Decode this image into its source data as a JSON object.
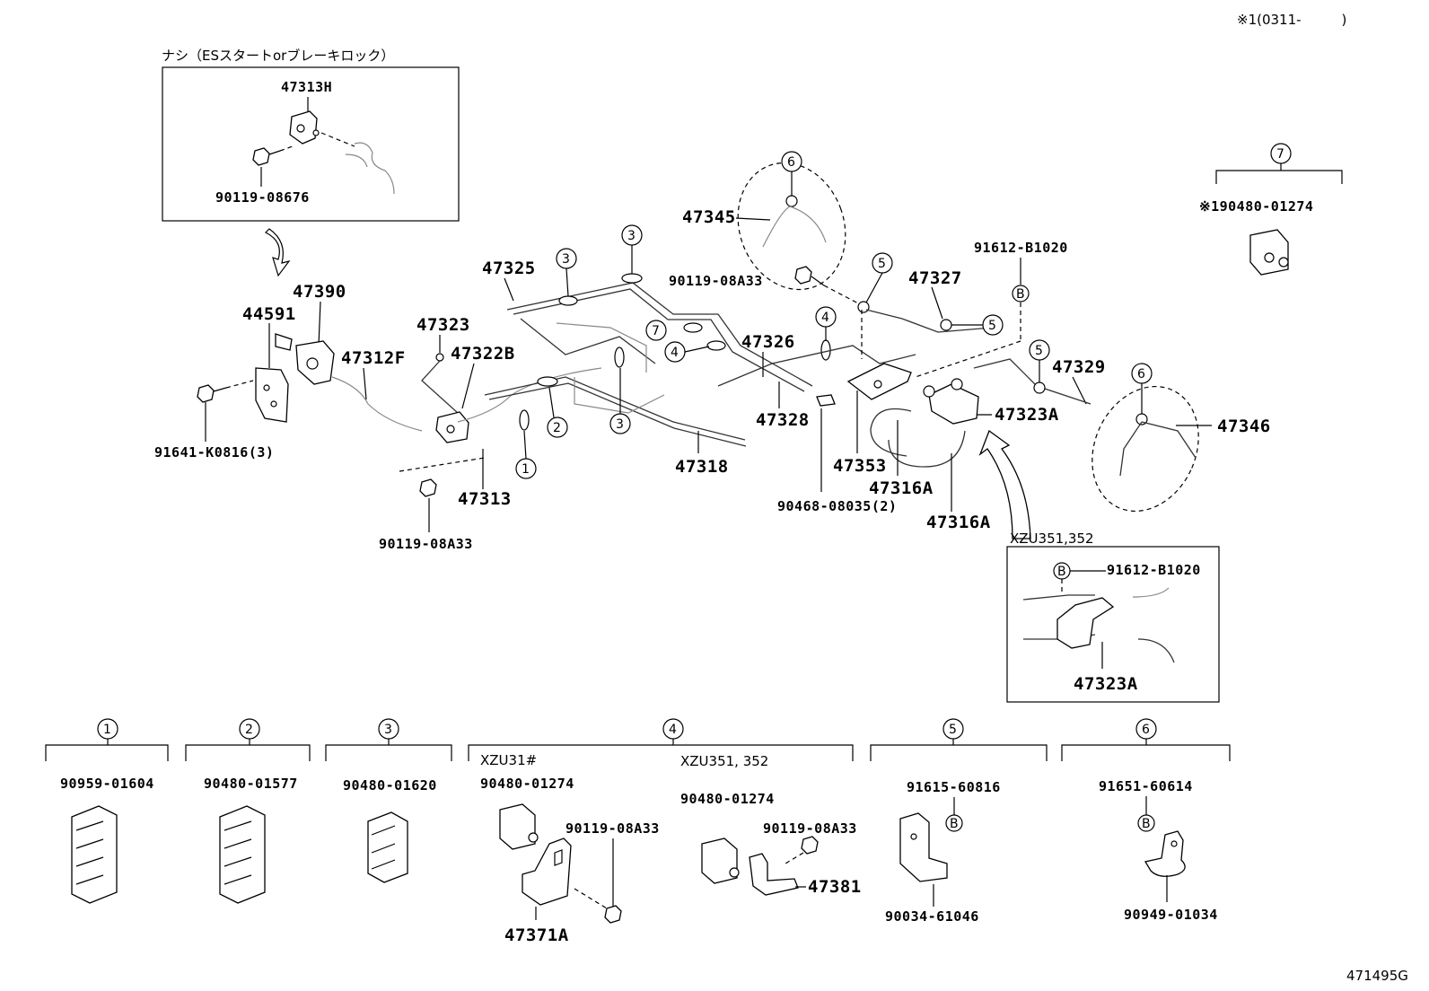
{
  "header": {
    "note": "※1(0311-　　　)",
    "figure_code": "471495G"
  },
  "inset_top": {
    "caption": "ナシ（ESスタートorブレーキロック）",
    "part_a": "47313H",
    "part_b": "90119-08676"
  },
  "inset_right": {
    "model": "XZU351,352",
    "part_a": "91612-B1020",
    "part_b": "47323A",
    "marker": "B"
  },
  "main_parts": {
    "p47345": "47345",
    "p9011908A33_a": "90119-08A33",
    "p47327": "47327",
    "p91612B1020": "91612-B1020",
    "p47325": "47325",
    "p47390": "47390",
    "p44591": "44591",
    "p47323": "47323",
    "p47322B": "47322B",
    "p47312F": "47312F",
    "p47326": "47326",
    "p47329": "47329",
    "p91641K0816": "91641-K0816(3)",
    "p47323A": "47323A",
    "p47346": "47346",
    "p47328": "47328",
    "p47318": "47318",
    "p47353": "47353",
    "p47316A_a": "47316A",
    "p47313": "47313",
    "p9046808035": "90468-08035(2)",
    "p47316A_b": "47316A",
    "p9011908A33_b": "90119-08A33",
    "marker_b": "B"
  },
  "callouts": [
    "1",
    "2",
    "3",
    "4",
    "5",
    "6",
    "7"
  ],
  "group7": {
    "num": "7",
    "part": "※190480-01274"
  },
  "groups": [
    {
      "num": "1",
      "part": "90959-01604"
    },
    {
      "num": "2",
      "part": "90480-01577"
    },
    {
      "num": "3",
      "part": "90480-01620"
    },
    {
      "num": "4",
      "left_model": "XZU31#",
      "right_model": "XZU351, 352",
      "left_clip": "90480-01274",
      "left_bolt": "90119-08A33",
      "left_bracket": "47371A",
      "right_clip": "90480-01274",
      "right_bolt": "90119-08A33",
      "right_bracket": "47381"
    },
    {
      "num": "5",
      "part_top": "91615-60816",
      "part_bottom": "90034-61046",
      "marker": "B"
    },
    {
      "num": "6",
      "part_top": "91651-60614",
      "part_bottom": "90949-01034",
      "marker": "B"
    }
  ]
}
